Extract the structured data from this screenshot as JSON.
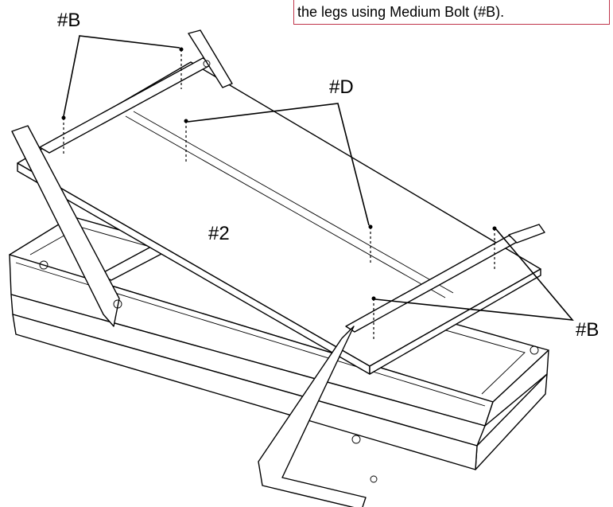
{
  "instruction": {
    "text": "the legs using Medium Bolt (#B)."
  },
  "labels": {
    "bolt_b_top": "#B",
    "bolt_b_right": "#B",
    "bolt_d": "#D",
    "part_2": "#2"
  },
  "colors": {
    "callout_border": "#c0344a",
    "lines": "#000000",
    "background": "#ffffff"
  }
}
